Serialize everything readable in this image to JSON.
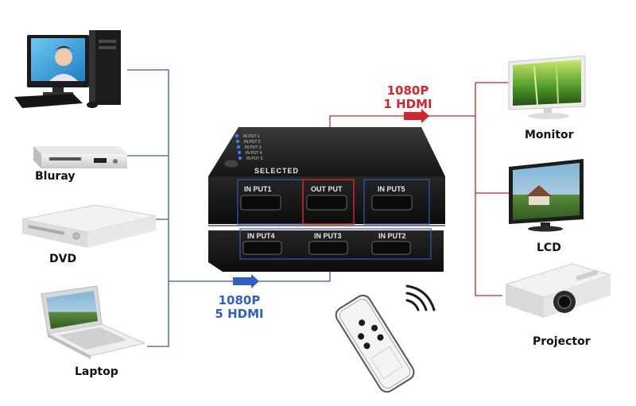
{
  "devices": {
    "bluray": "Bluray",
    "dvd": "DVD",
    "laptop": "Laptop",
    "monitor": "Monitor",
    "lcd": "LCD",
    "projector": "Projector"
  },
  "output_spec": {
    "line1": "1080P",
    "line2": "1 HDMI"
  },
  "input_spec": {
    "line1": "1080P",
    "line2": "5 HDMI"
  },
  "switch": {
    "selected_label": "SELECTED",
    "led_labels": [
      "IN PUT 1",
      "IN PUT 2",
      "IN PUT 3",
      "IN PUT 4",
      "IN PUT 5"
    ],
    "top_ports": [
      "IN PUT1",
      "OUT PUT",
      "IN PUT5"
    ],
    "bottom_ports": [
      "IN PUT4",
      "IN PUT3",
      "IN PUT2"
    ]
  },
  "colors": {
    "output_line": "#d2242a",
    "input_line": "#2f5fc8",
    "port_box": "#3a56b8"
  },
  "icons": [
    "desktop-computer-icon",
    "bluray-player-icon",
    "dvd-player-icon",
    "laptop-icon",
    "monitor-icon",
    "lcd-tv-icon",
    "projector-icon",
    "remote-control-icon",
    "hdmi-switch-icon"
  ]
}
